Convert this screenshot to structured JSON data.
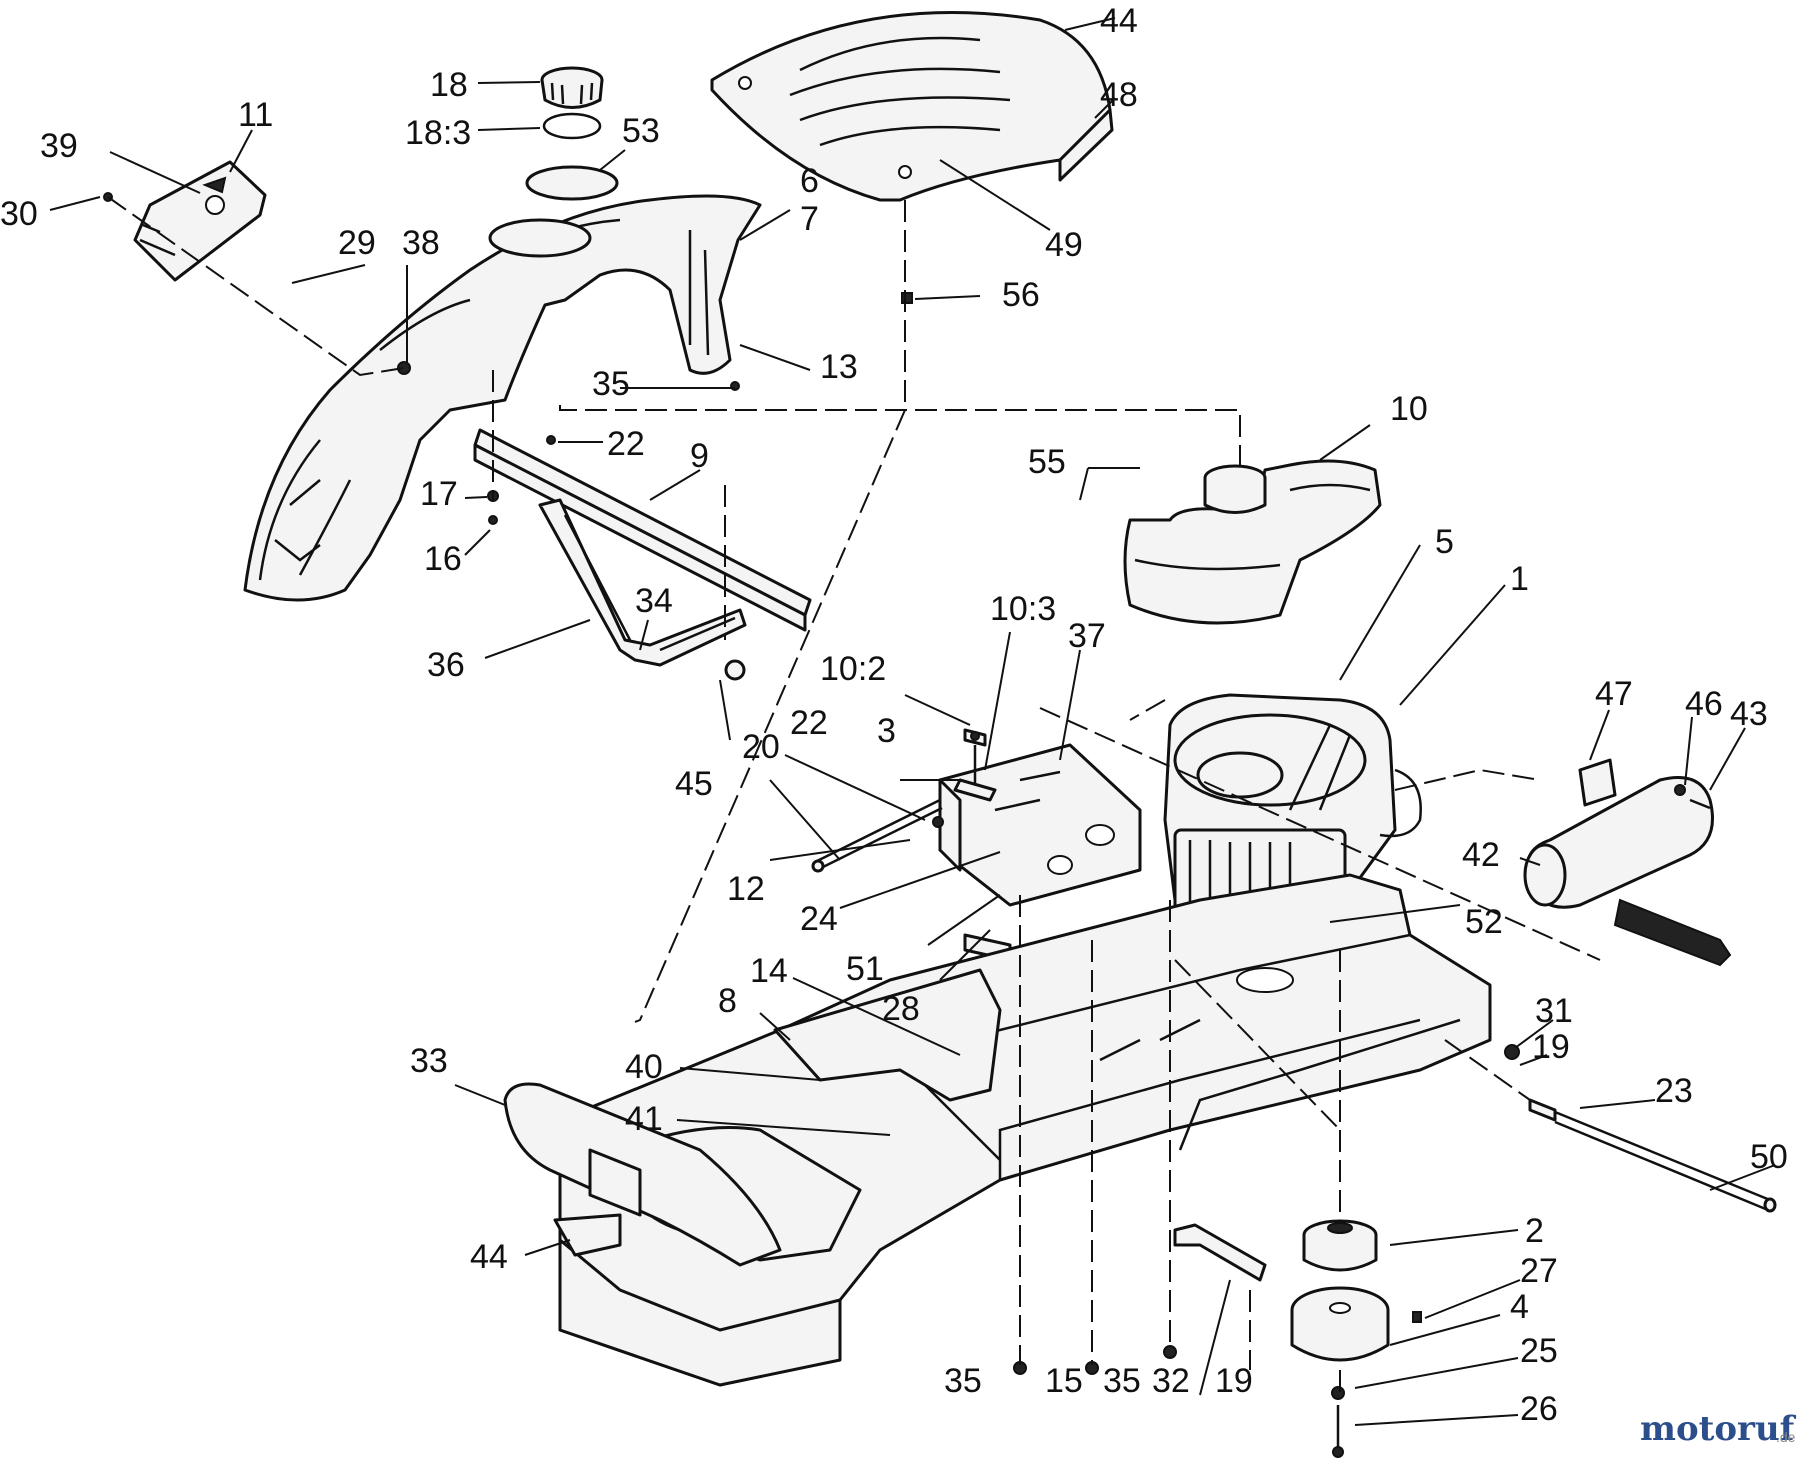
{
  "callouts": [
    {
      "id": "c44a",
      "text": "44"
    },
    {
      "id": "c48",
      "text": "48"
    },
    {
      "id": "c49",
      "text": "49"
    },
    {
      "id": "c18",
      "text": "18"
    },
    {
      "id": "c18_3",
      "text": "18:3"
    },
    {
      "id": "c53",
      "text": "53"
    },
    {
      "id": "c11",
      "text": "11"
    },
    {
      "id": "c39",
      "text": "39"
    },
    {
      "id": "c30",
      "text": "30"
    },
    {
      "id": "c29",
      "text": "29"
    },
    {
      "id": "c38",
      "text": "38"
    },
    {
      "id": "c6",
      "text": "6"
    },
    {
      "id": "c7",
      "text": "7"
    },
    {
      "id": "c56",
      "text": "56"
    },
    {
      "id": "c13",
      "text": "13"
    },
    {
      "id": "c35a",
      "text": "35"
    },
    {
      "id": "c22a",
      "text": "22"
    },
    {
      "id": "c9",
      "text": "9"
    },
    {
      "id": "c17",
      "text": "17"
    },
    {
      "id": "c16",
      "text": "16"
    },
    {
      "id": "c10",
      "text": "10"
    },
    {
      "id": "c55",
      "text": "55"
    },
    {
      "id": "c5",
      "text": "5"
    },
    {
      "id": "c1",
      "text": "1"
    },
    {
      "id": "c34",
      "text": "34"
    },
    {
      "id": "c36",
      "text": "36"
    },
    {
      "id": "c45",
      "text": "45"
    },
    {
      "id": "c10_3",
      "text": "10:3"
    },
    {
      "id": "c37",
      "text": "37"
    },
    {
      "id": "c10_2",
      "text": "10:2"
    },
    {
      "id": "c3",
      "text": "3"
    },
    {
      "id": "c22b",
      "text": "22"
    },
    {
      "id": "c20",
      "text": "20"
    },
    {
      "id": "c47",
      "text": "47"
    },
    {
      "id": "c46",
      "text": "46"
    },
    {
      "id": "c43",
      "text": "43"
    },
    {
      "id": "c42",
      "text": "42"
    },
    {
      "id": "c52",
      "text": "52"
    },
    {
      "id": "c12",
      "text": "12"
    },
    {
      "id": "c24",
      "text": "24"
    },
    {
      "id": "c51",
      "text": "51"
    },
    {
      "id": "c28",
      "text": "28"
    },
    {
      "id": "c14",
      "text": "14"
    },
    {
      "id": "c8",
      "text": "8"
    },
    {
      "id": "c31",
      "text": "31"
    },
    {
      "id": "c19a",
      "text": "19"
    },
    {
      "id": "c33",
      "text": "33"
    },
    {
      "id": "c40",
      "text": "40"
    },
    {
      "id": "c23",
      "text": "23"
    },
    {
      "id": "c41",
      "text": "41"
    },
    {
      "id": "c50",
      "text": "50"
    },
    {
      "id": "c2",
      "text": "2"
    },
    {
      "id": "c44b",
      "text": "44"
    },
    {
      "id": "c27",
      "text": "27"
    },
    {
      "id": "c4",
      "text": "4"
    },
    {
      "id": "c25",
      "text": "25"
    },
    {
      "id": "c35b",
      "text": "35"
    },
    {
      "id": "c15",
      "text": "15"
    },
    {
      "id": "c35c",
      "text": "35"
    },
    {
      "id": "c32",
      "text": "32"
    },
    {
      "id": "c19b",
      "text": "19"
    },
    {
      "id": "c26",
      "text": "26"
    }
  ],
  "watermark": {
    "brand": "motoruf",
    "suffix": ".de"
  }
}
